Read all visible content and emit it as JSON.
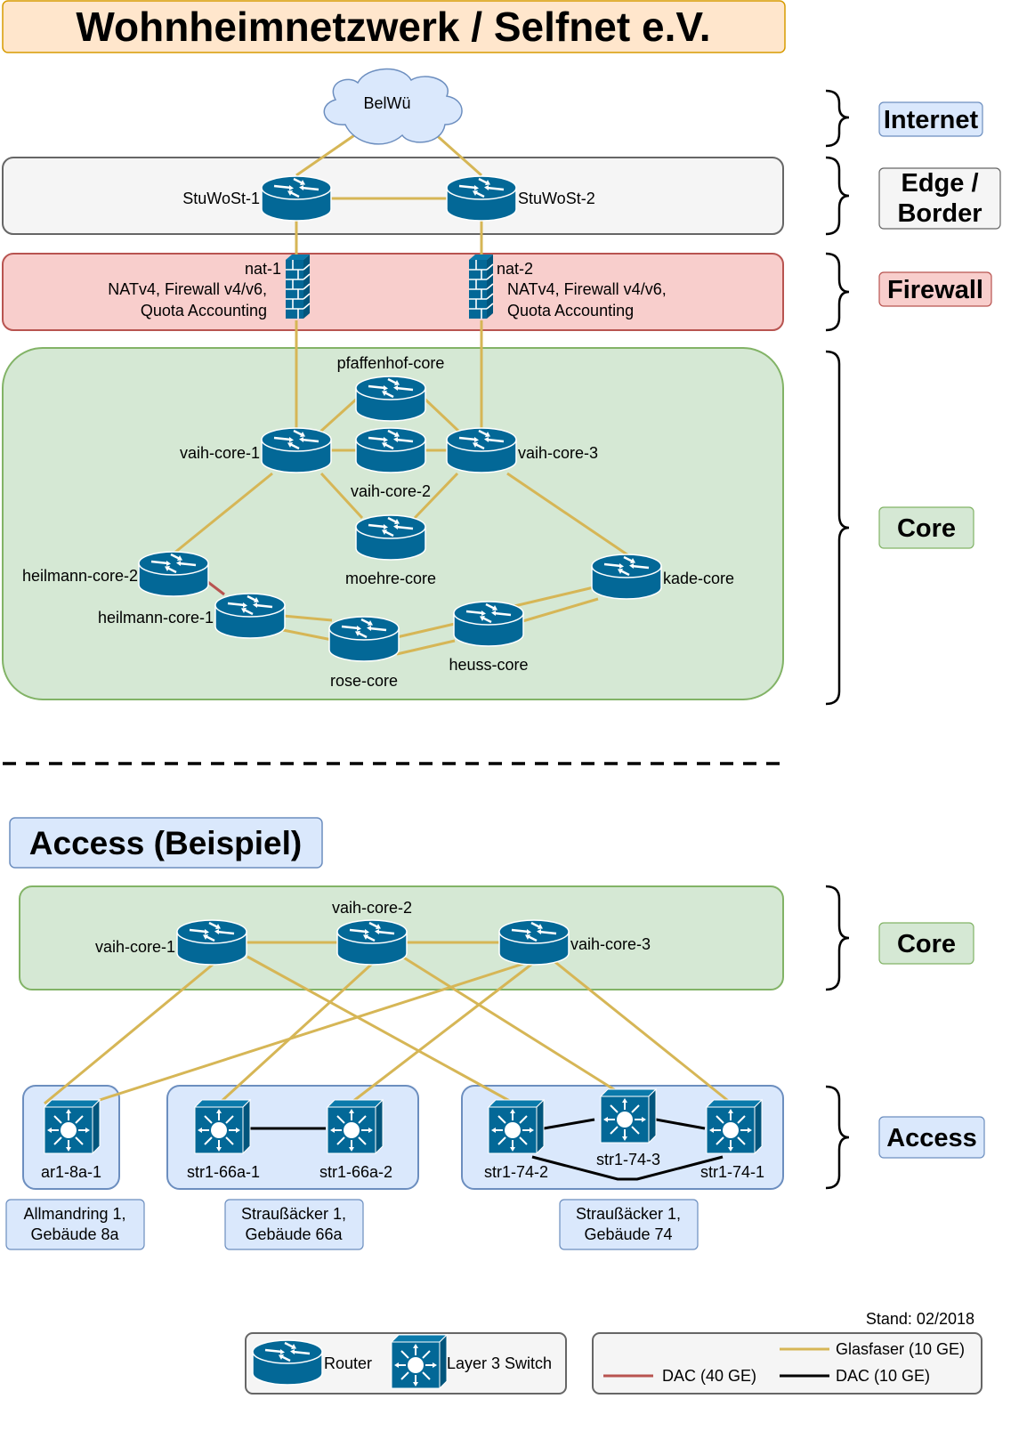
{
  "title": "Wohnheimnetzwerk / Selfnet e.V.",
  "colors": {
    "fiber": "#d6b656",
    "dac40": "#b85450",
    "dac10": "#000000",
    "device_blue": "#036897"
  },
  "upper": {
    "cloud_label": "BelWü",
    "edge": {
      "left_router": "StuWoSt-1",
      "right_router": "StuWoSt-2"
    },
    "firewall": {
      "left_name": "nat-1",
      "left_desc_1": "NATv4, Firewall v4/v6,",
      "left_desc_2": "Quota Accounting",
      "right_name": "nat-2",
      "right_desc_1": "NATv4, Firewall v4/v6,",
      "right_desc_2": "Quota Accounting"
    },
    "core": {
      "pfaffenhof": "pfaffenhof-core",
      "vaih1": "vaih-core-1",
      "vaih2": "vaih-core-2",
      "vaih3": "vaih-core-3",
      "moehre": "moehre-core",
      "heilmann2": "heilmann-core-2",
      "heilmann1": "heilmann-core-1",
      "kade": "kade-core",
      "rose": "rose-core",
      "heuss": "heuss-core"
    }
  },
  "layers": {
    "internet": "Internet",
    "edge_line1": "Edge /",
    "edge_line2": "Border",
    "firewall": "Firewall",
    "core": "Core",
    "core_lower": "Core",
    "access": "Access"
  },
  "access": {
    "heading": "Access (Beispiel)",
    "core": {
      "vaih1": "vaih-core-1",
      "vaih2": "vaih-core-2",
      "vaih3": "vaih-core-3"
    },
    "switches": {
      "ar1": "ar1-8a-1",
      "str66a1": "str1-66a-1",
      "str66a2": "str1-66a-2",
      "str742": "str1-74-2",
      "str743": "str1-74-3",
      "str741": "str1-74-1"
    },
    "buildings": {
      "b1_line1": "Allmandring 1,",
      "b1_line2": "Gebäude 8a",
      "b2_line1": "Straußäcker 1,",
      "b2_line2": "Gebäude 66a",
      "b3_line1": "Straußäcker 1,",
      "b3_line2": "Gebäude 74"
    }
  },
  "legend": {
    "stand": "Stand: 02/2018",
    "router_label": "Router",
    "switch_label": "Layer 3 Switch",
    "fiber_label": "Glasfaser (10 GE)",
    "dac40_label": "DAC (40 GE)",
    "dac10_label": "DAC (10 GE)"
  }
}
